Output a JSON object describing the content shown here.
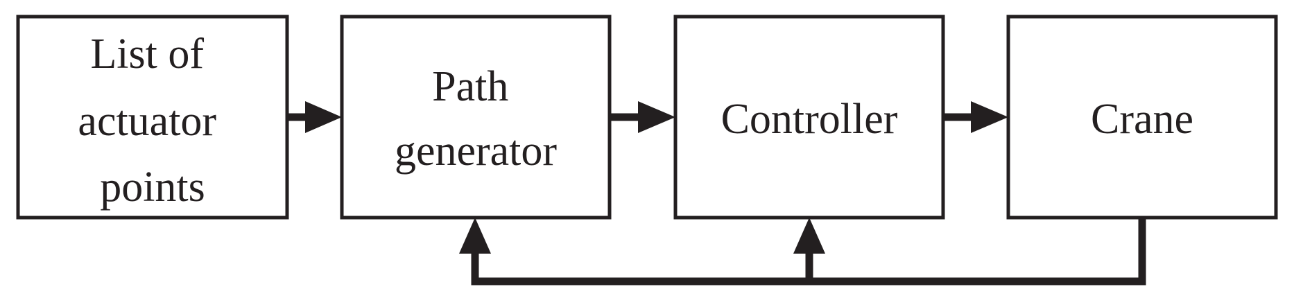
{
  "colors": {
    "stroke": "#231f20",
    "background": "#ffffff"
  },
  "blocks": [
    {
      "id": "list-of-actuator-points",
      "lines": [
        "List of",
        "actuator",
        "points"
      ]
    },
    {
      "id": "path-generator",
      "lines": [
        "Path",
        "generator"
      ]
    },
    {
      "id": "controller",
      "lines": [
        "Controller"
      ]
    },
    {
      "id": "crane",
      "lines": [
        "Crane"
      ]
    }
  ],
  "connections": [
    {
      "from": "list-of-actuator-points",
      "to": "path-generator"
    },
    {
      "from": "path-generator",
      "to": "controller"
    },
    {
      "from": "controller",
      "to": "crane"
    },
    {
      "from": "crane",
      "to": "controller",
      "type": "feedback"
    },
    {
      "from": "crane",
      "to": "path-generator",
      "type": "feedback"
    }
  ]
}
